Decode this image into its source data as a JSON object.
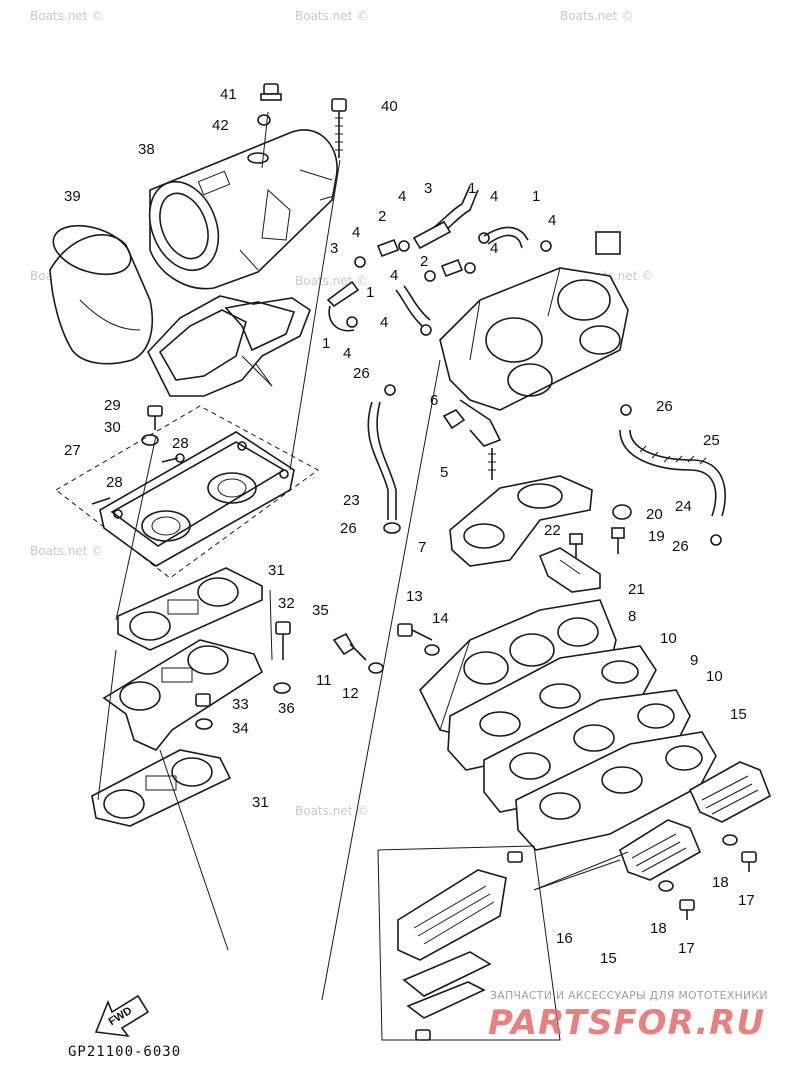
{
  "diagram": {
    "code": "GP21100-6030",
    "fwd_label": "FWD",
    "watermarks": [
      "Boats.net ©",
      "Boats.net ©",
      "Boats.net ©",
      "Boats.net ©",
      "Boats.net ©",
      "Boats.net ©",
      "Boats.net ©",
      "Boats.net ©"
    ],
    "brand_tagline": "ЗАПЧАСТИ И АКСЕССУАРЫ ДЛЯ МОТОТЕХНИКИ",
    "brand_logo": "PARTSFOR.RU",
    "callouts": [
      "41",
      "42",
      "40",
      "38",
      "39",
      "3",
      "1",
      "1",
      "4",
      "4",
      "2",
      "4",
      "4",
      "3",
      "4",
      "2",
      "4",
      "1",
      "1",
      "4",
      "4",
      "26",
      "26",
      "25",
      "6",
      "5",
      "29",
      "30",
      "28",
      "27",
      "28",
      "23",
      "24",
      "26",
      "26",
      "20",
      "22",
      "19",
      "7",
      "21",
      "31",
      "32",
      "35",
      "13",
      "14",
      "8",
      "10",
      "11",
      "12",
      "36",
      "33",
      "34",
      "9",
      "10",
      "15",
      "31",
      "18",
      "17",
      "18",
      "17",
      "16",
      "15"
    ]
  }
}
